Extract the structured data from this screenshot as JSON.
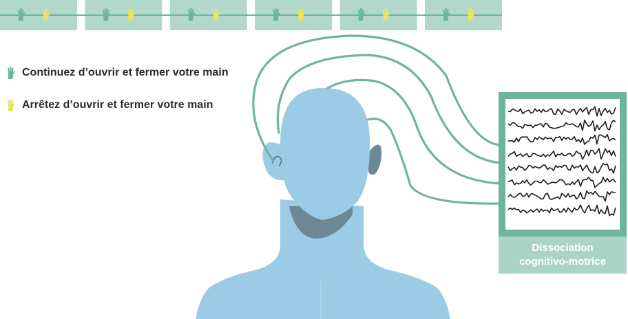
{
  "legend": {
    "continue_label": "Continuez d’ouvrir et fermer votre main",
    "stop_label": "Arrêtez d’ouvrir et fermer votre main"
  },
  "timeline": {
    "segments": [
      [
        "continue",
        "stop"
      ],
      [
        "continue",
        "stop"
      ],
      [
        "continue",
        "stop"
      ],
      [
        "continue",
        "stop"
      ],
      [
        "continue",
        "stop"
      ],
      [
        "continue",
        "stop"
      ]
    ]
  },
  "monitor": {
    "label_line1": "Dissociation",
    "label_line2": "cognitivo-motrice",
    "trace_count": 8
  },
  "colors": {
    "teal": "#6db59d",
    "light_teal": "#b2d8cb",
    "yellow": "#e9e462",
    "skin": "#9ccbe6",
    "shadow": "#6b8894",
    "trace": "#1a1a1a"
  },
  "icons": {
    "continue_hand": "hand-continue-icon",
    "stop_hand": "hand-stop-icon"
  }
}
